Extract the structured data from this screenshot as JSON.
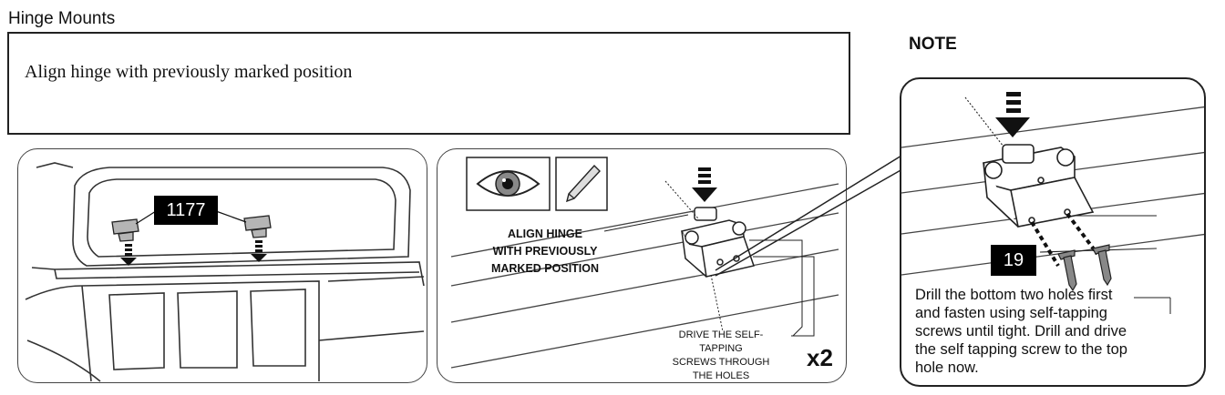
{
  "section_title": "Hinge Mounts",
  "instruction": "Align hinge with previously marked position",
  "note": {
    "title": "NOTE",
    "part_code": "19",
    "text": "Drill the bottom two holes first\nand fasten using self-tapping\nscrews until tight. Drill and drive\nthe self tapping screw to the top\nhole now."
  },
  "overview_panel": {
    "part_code": "1177"
  },
  "detail_panel": {
    "align_label": "ALIGN HINGE\nWITH PREVIOUSLY\nMARKED POSITION",
    "drive_label": "DRIVE THE SELF-TAPPING\nSCREWS THROUGH\nTHE HOLES",
    "quantity": "x2",
    "icons": [
      "eye-icon",
      "pencil-icon"
    ]
  },
  "colors": {
    "line": "#222222",
    "badge_bg": "#000000",
    "badge_text": "#ffffff",
    "hinge_fill": "#b5b5b5",
    "arrow_fill": "#111111"
  }
}
